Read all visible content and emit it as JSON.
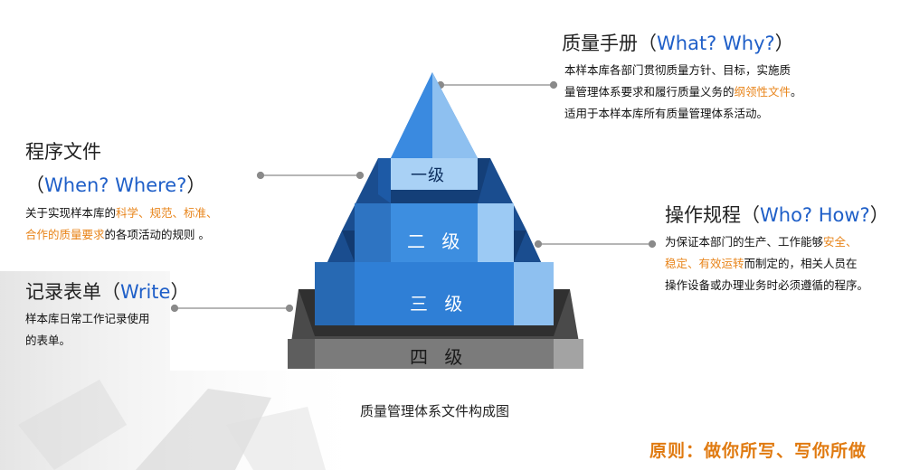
{
  "manual": {
    "title_cn": "质量手册（",
    "title_en": "What?  Why?",
    "title_close": "）",
    "line1": "本样本库各部门贯彻质量方针、目标，实施质",
    "line2_pre": "量管理体系要求和履行质量义务的",
    "line2_hl": "纲领性文件",
    "line2_post": "。",
    "line3": "适用于本样本库所有质量管理体系活动。"
  },
  "procedure": {
    "title": "程序文件",
    "title_en_open": "（",
    "title_en": "When?  Where?",
    "title_en_close": "）",
    "line1_pre": "关于实现样本库的",
    "line1_hl": "科学、规范、标准、",
    "line2_hl": "合作的质量要求",
    "line2_post": "的各项活动的规则 。"
  },
  "operation": {
    "title_cn": "操作规程（",
    "title_en": "Who?  How?",
    "title_close": "）",
    "line1_pre": "为保证本部门的生产、工作能够",
    "line1_hl": "安全、",
    "line2_hl": "稳定、有效运转",
    "line2_post": "而制定的，相关人员在",
    "line3": "操作设备或办理业务时必须遵循的程序。"
  },
  "record": {
    "title_cn": "记录表单（",
    "title_en": "Write",
    "title_close": "）",
    "line1": "样本库日常工作记录使用",
    "line2": "的表单。"
  },
  "pyramid": {
    "level1": "一级",
    "level2": "二 级",
    "level3": "三 级",
    "level4": "四 级"
  },
  "caption": "质量管理体系文件构成图",
  "motto": "原则：做你所写、写你所做",
  "colors": {
    "title_en": "#1f5fc8",
    "highlight": "#e8841a",
    "motto": "#e07a10",
    "level_blue_light": "#5aa0e6",
    "level_blue_dark": "#1a4d8f",
    "level_gray": "#6e6e6e"
  }
}
